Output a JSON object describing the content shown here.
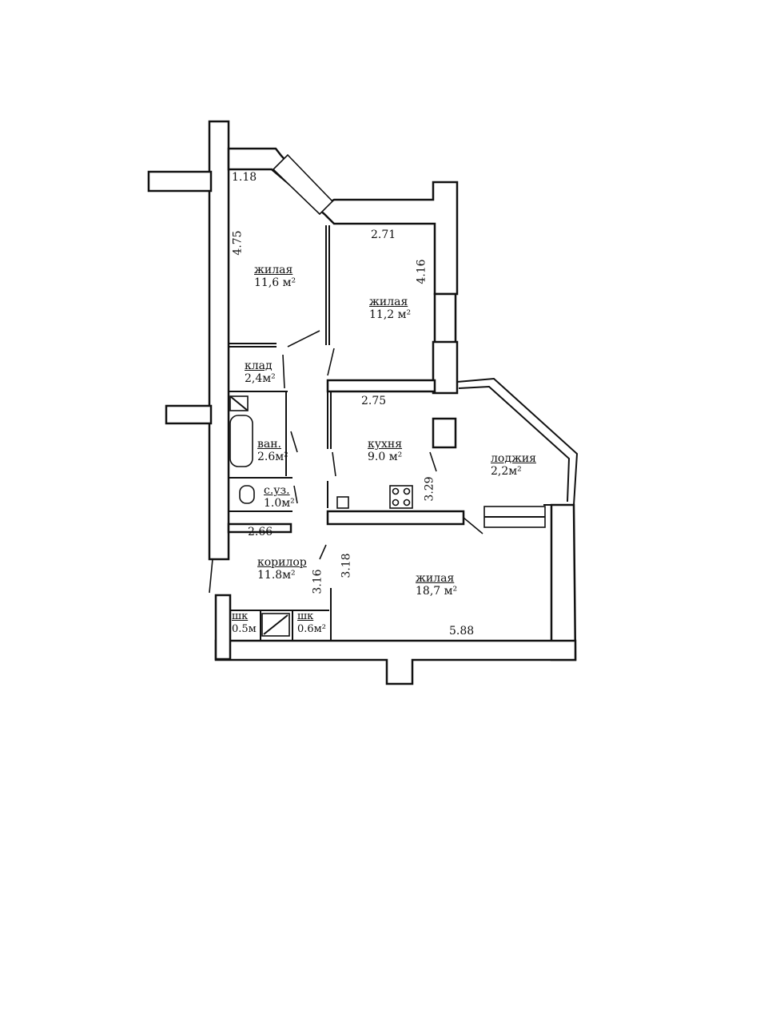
{
  "rooms": {
    "bedroom_nw": {
      "name": "жилая",
      "area": "11,6 м²"
    },
    "bedroom_ne": {
      "name": "жилая",
      "area": "11,2 м²"
    },
    "storage": {
      "name": "клад",
      "area": "2,4м²"
    },
    "bathroom": {
      "name": "ван.",
      "area": "2.6м²"
    },
    "toilet": {
      "name": "с.уз.",
      "area": "1.0м²"
    },
    "kitchen": {
      "name": "кухня",
      "area": "9.0 м²"
    },
    "loggia": {
      "name": "лоджия",
      "area": "2,2м²"
    },
    "corridor": {
      "name": "корилор",
      "area": "11.8м²"
    },
    "living": {
      "name": "жилая",
      "area": "18,7 м²"
    },
    "closet_1": {
      "name": "шк",
      "area": "0.5м"
    },
    "closet_2": {
      "name": "шк",
      "area": "0.6м²"
    }
  },
  "dimensions": {
    "d_1_18": "1.18",
    "d_4_75": "4.75",
    "d_2_71": "2.71",
    "d_4_16": "4.16",
    "d_2_75": "2.75",
    "d_3_29": "3.29",
    "d_2_66": "2.66",
    "d_3_18": "3.18",
    "d_3_16": "3.16",
    "d_5_88": "5.88"
  },
  "colors": {
    "line": "#111111",
    "background": "#ffffff"
  }
}
